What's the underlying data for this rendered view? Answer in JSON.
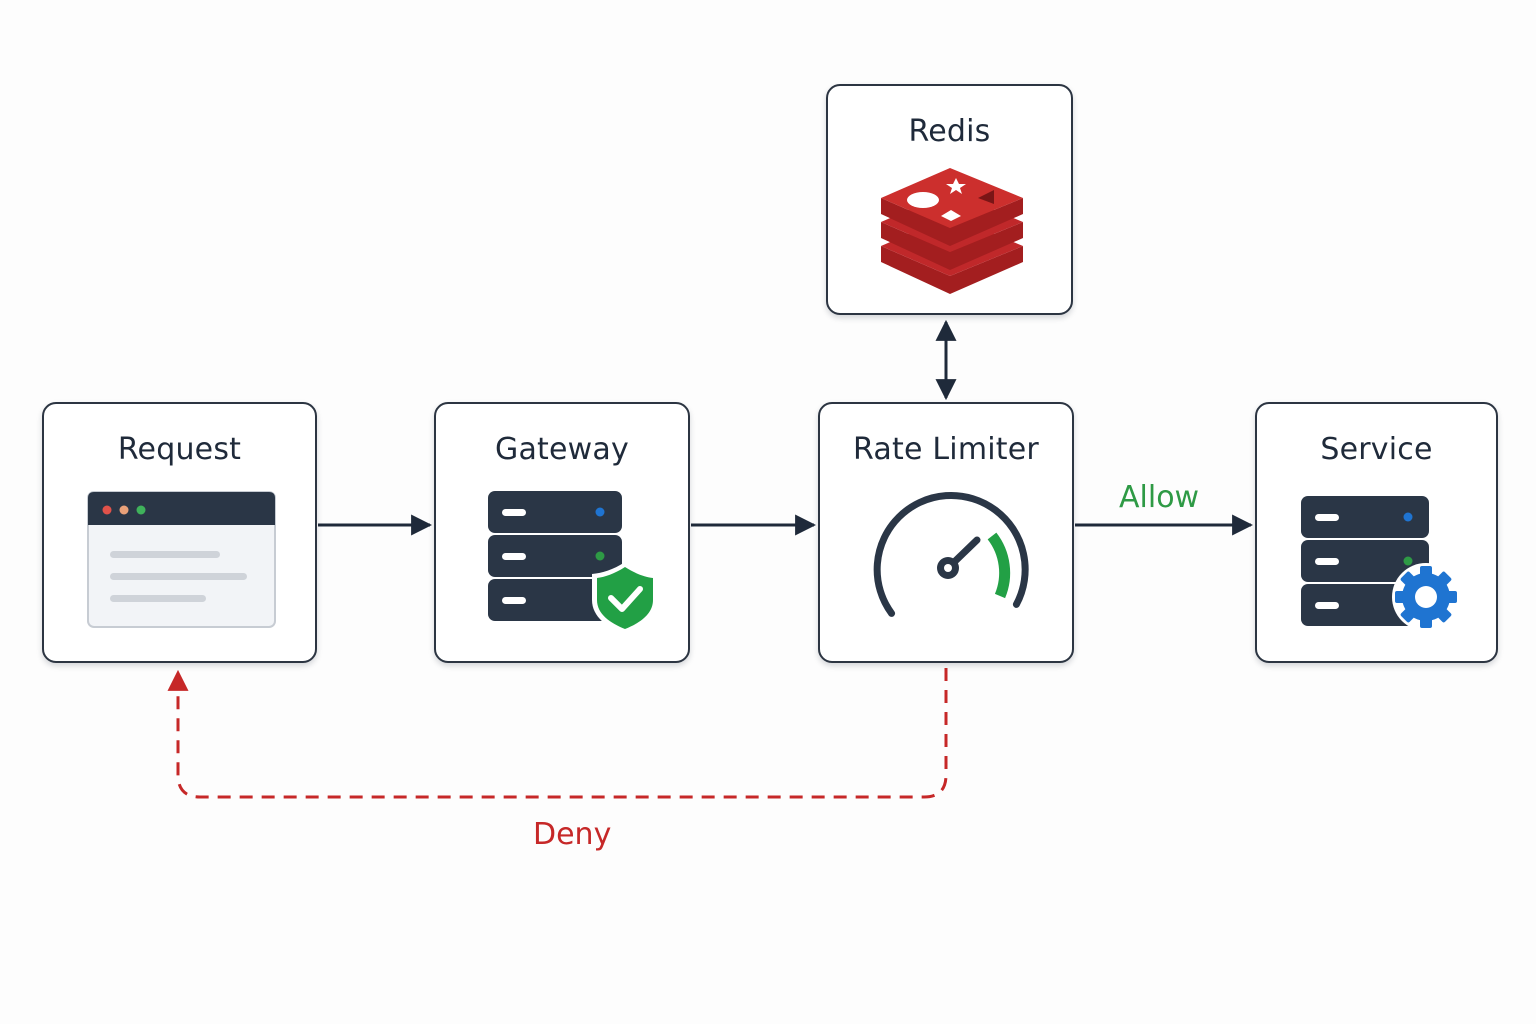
{
  "nodes": {
    "request": {
      "title": "Request",
      "icon": "browser-window-icon"
    },
    "gateway": {
      "title": "Gateway",
      "icon": "server-shield-icon"
    },
    "rate_limiter": {
      "title": "Rate Limiter",
      "icon": "speedometer-icon"
    },
    "service": {
      "title": "Service",
      "icon": "server-gear-icon"
    },
    "redis": {
      "title": "Redis",
      "icon": "redis-logo-icon"
    }
  },
  "edges": {
    "allow_label": "Allow",
    "deny_label": "Deny"
  },
  "colors": {
    "stroke": "#1f2a3a",
    "allow": "#2e9a45",
    "deny": "#c62828",
    "redis": "#c0282a",
    "gear": "#1f74d1",
    "shield": "#22a045"
  }
}
